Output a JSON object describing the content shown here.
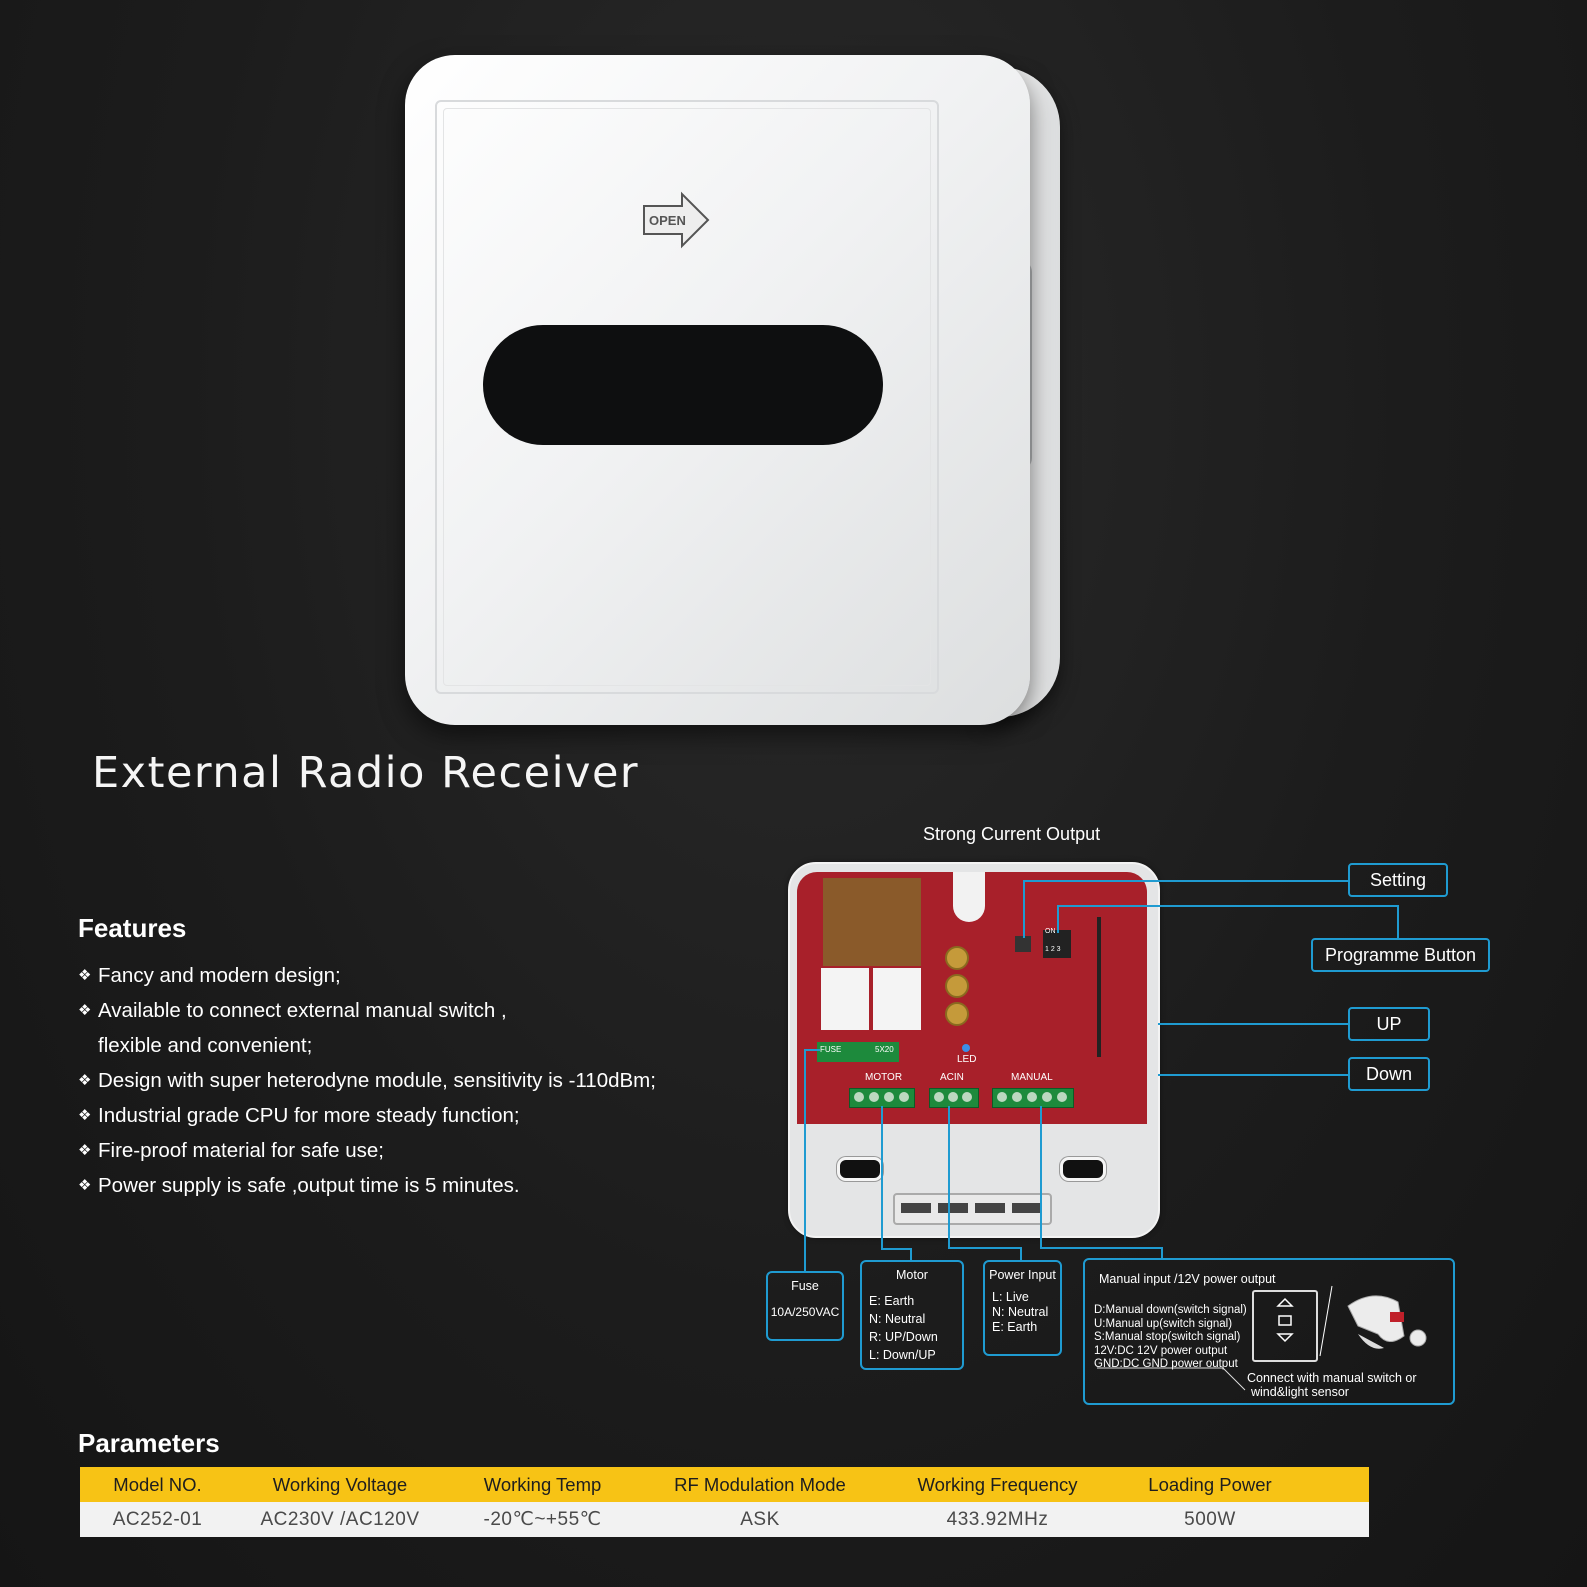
{
  "product": {
    "open_label": "OPEN"
  },
  "title": "External Radio Receiver",
  "features": {
    "heading": "Features",
    "bullet": "❖",
    "items": [
      "Fancy and modern design;",
      "Available to connect external manual switch ,",
      "flexible and convenient;",
      "Design with super heterodyne module, sensitivity is -110dBm;",
      "Industrial grade CPU for more steady function;",
      "Fire-proof material for safe use;",
      "Power supply is safe ,output time is 5 minutes."
    ]
  },
  "diagram": {
    "strong_current": "Strong Current Output",
    "board": {
      "fuse": "FUSE",
      "fuse_size": "5X20",
      "led": "LED",
      "motor": "MOTOR",
      "acin": "ACIN",
      "manual": "MANUAL",
      "dip": "ON",
      "dip_numbers": "1 2 3"
    },
    "labels": {
      "setting": "Setting",
      "programme": "Programme Button",
      "up": "UP",
      "down": "Down"
    },
    "fuse_box": {
      "title": "Fuse",
      "value": "10A/250VAC"
    },
    "motor_box": {
      "title": "Motor",
      "lines": [
        "E: Earth",
        "N: Neutral",
        "R: UP/Down",
        "L: Down/UP"
      ]
    },
    "power_box": {
      "title": "Power Input",
      "lines": [
        "L: Live",
        "N: Neutral",
        "E: Earth"
      ]
    },
    "manual_box": {
      "title": "Manual input /12V power output",
      "lines": [
        "D:Manual down(switch signal)",
        "U:Manual up(switch signal)",
        "S:Manual stop(switch signal)",
        "12V:DC 12V power output",
        "GND:DC GND power output"
      ],
      "note_1": "Connect with manual switch or",
      "note_2": "wind&light sensor"
    },
    "colors": {
      "line": "#1f9bd1",
      "board": "#a8202a",
      "terminal": "#1d8a3c"
    }
  },
  "parameters": {
    "heading": "Parameters",
    "headers": [
      "Model NO.",
      "Working Voltage",
      "Working Temp",
      "RF Modulation Mode",
      "Working Frequency",
      "Loading Power"
    ],
    "row": [
      "AC252-01",
      "AC230V /AC120V",
      "-20℃~+55℃",
      "ASK",
      "433.92MHz",
      "500W"
    ],
    "colors": {
      "header_bg": "#f7c315",
      "row_bg": "#f2f2f2"
    }
  }
}
